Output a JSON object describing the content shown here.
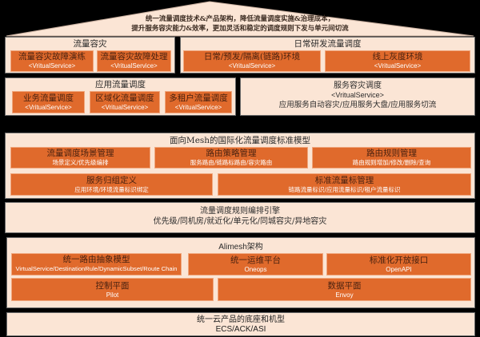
{
  "pyramid": {
    "line1": "统一流量调度技术&产品架构，降低流量调度实施&治理成本，",
    "line2": "提升服务容灾能力&效率，更加灵活和稳定的调度规则下发与单元间切流"
  },
  "traffic_dr": {
    "title": "流量容灾",
    "items": [
      {
        "title": "流量容灾故障演练",
        "sub": "<VritualService>"
      },
      {
        "title": "流量容灾故障处理",
        "sub": "<VritualService>"
      }
    ]
  },
  "daily_dev": {
    "title": "日常研发流量调度",
    "items": [
      {
        "title": "日常/预发/隔离(链路)环境",
        "sub": "<VritualService>"
      },
      {
        "title": "线上灰度环境",
        "sub": "<VritualService>"
      }
    ]
  },
  "app_traffic": {
    "title": "应用流量调度",
    "items": [
      {
        "title": "业务流量调度",
        "sub": "<VritualService>"
      },
      {
        "title": "区域化流量调度",
        "sub": "<VritualService>"
      },
      {
        "title": "多租户流量调度",
        "sub": "<VritualService>"
      }
    ]
  },
  "service_dr": {
    "title": "服务容灾调度",
    "sub": "<VritualService>",
    "desc": "应用服务自动容灾/应用服务大盘/应用服务切流"
  },
  "mesh_model": {
    "title": "面向Mesh的国际化流量调度标准模型",
    "row1": [
      {
        "title": "流量调度场景管理",
        "sub": "场景定义/优先级编排"
      },
      {
        "title": "路由策略管理",
        "sub": "服务路由/链路标路由/容灾路由"
      },
      {
        "title": "路由规则管理",
        "sub": "路由规则增加/修改/删除/查询"
      }
    ],
    "row2": [
      {
        "title": "服务归组定义",
        "sub": "应用环境/环境流量标识绑定"
      },
      {
        "title": "标准流量标管理",
        "sub": "链路流量标识/应用流量标识/租户流量标识"
      }
    ]
  },
  "rule_engine": {
    "title": "流量调度规则编排引擎",
    "desc": "优先级/同机房/就近化/单元化/同城容灾/异地容灾"
  },
  "alimesh": {
    "title": "Alimesh架构",
    "row1": [
      {
        "title": "统一路由抽象模型",
        "sub": "VirtualService/DestinationRule/DynamicSubset/Route Chain"
      },
      {
        "title": "统一运维平台",
        "sub": "Oneops"
      },
      {
        "title": "标准化开放接口",
        "sub": "OpenAPI"
      }
    ],
    "row2": [
      {
        "title": "控制平面",
        "sub": "Pilot"
      },
      {
        "title": "数据平面",
        "sub": "Envoy"
      }
    ]
  },
  "base": {
    "title": "统一云产品的底座和机型",
    "sub": "ECS/ACK/ASI"
  },
  "colors": {
    "background": "#000000",
    "panel": "#fbe5d5",
    "orange_box": "#e06a2c",
    "border": "#6b6b6b"
  }
}
